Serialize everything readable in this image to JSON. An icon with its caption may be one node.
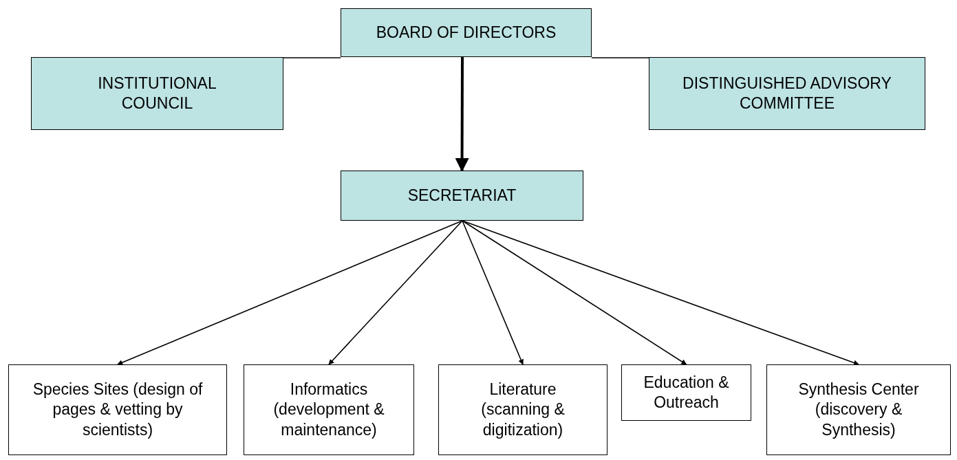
{
  "diagram": {
    "nodes": [
      {
        "text": [
          "BOARD OF DIRECTORS"
        ]
      },
      {
        "text": [
          "INSTITUTIONAL COUNCIL"
        ]
      },
      {
        "text": [
          "DISTINGUISHED ADVISORY COMMITTEE"
        ]
      },
      {
        "text": [
          "SECRETARIAT"
        ]
      },
      {
        "text": [
          "Species Sites (design of pages & vetting by scientists)"
        ]
      },
      {
        "text": [
          "Informatics (development & maintenance)"
        ]
      },
      {
        "text": [
          "Literature (scanning & digitization)"
        ]
      },
      {
        "text": [
          "Education & Outreach"
        ]
      },
      {
        "text": [
          "Synthesis Center (discovery & Synthesis)"
        ]
      }
    ],
    "edges": [
      {
        "from": 0,
        "to": 1,
        "arrow": "none"
      },
      {
        "from": 0,
        "to": 2,
        "arrow": "none"
      },
      {
        "from": 0,
        "to": 3,
        "arrow": "to",
        "style": "thick"
      },
      {
        "from": 3,
        "to": 4,
        "arrow": "to"
      },
      {
        "from": 3,
        "to": 5,
        "arrow": "to"
      },
      {
        "from": 3,
        "to": 6,
        "arrow": "to"
      },
      {
        "from": 3,
        "to": 7,
        "arrow": "to"
      },
      {
        "from": 3,
        "to": 8,
        "arrow": "to"
      }
    ]
  }
}
